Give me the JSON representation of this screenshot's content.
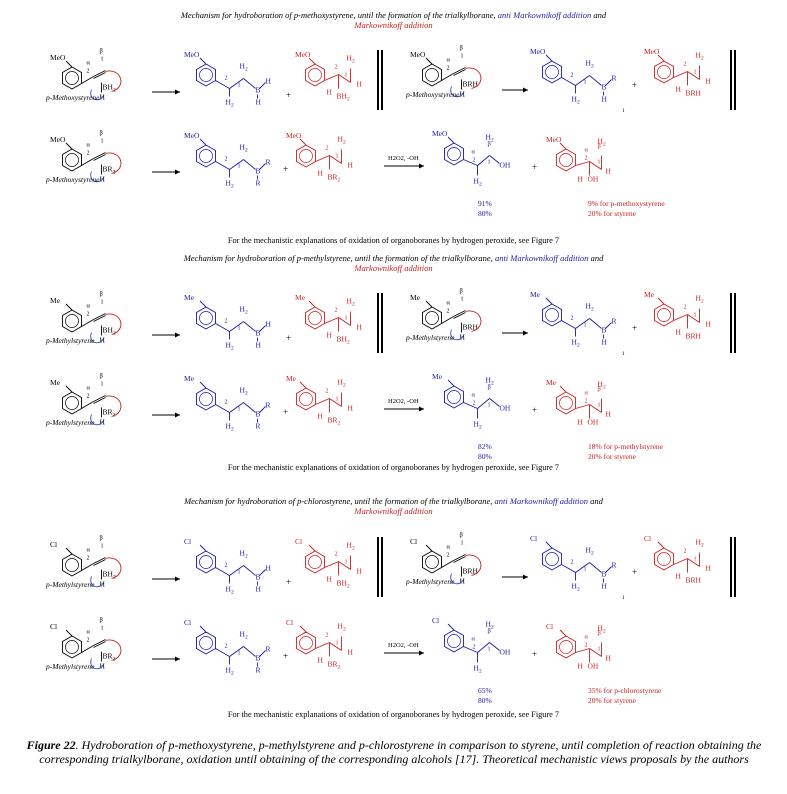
{
  "panels": [
    {
      "title_a": "Mechanism for hydroboration of ",
      "title_b": "p-methoxystyrene",
      "title_c": ", until the formation of the trialkylborane, ",
      "anti": "anti Markownikoff addition",
      "and": " and",
      "mark": "Markownikoff addition",
      "substituent": "MeO",
      "name": "p-Methoxystyrene",
      "yield_anti": "91%",
      "yield_anti_styrene": "80%",
      "yield_mark": "9% for p-methoxystyrene",
      "yield_mark_styrene": "20% for styrene",
      "ref": "For the mechanistic explanations of oxidation of organoboranes by hydrogen peroxide, see Figure 7"
    },
    {
      "title_a": "Mechanism for hydroboration of ",
      "title_b": "p-methylstyrene",
      "title_c": ", until the formation of the trialkylborane, ",
      "anti": "anti Markownikoff addition",
      "and": " and",
      "mark": "Markownikoff addition",
      "substituent": "Me",
      "name": "p-Methylstyrene",
      "yield_anti": "82%",
      "yield_anti_styrene": "80%",
      "yield_mark": "18% for p-methylstyrene",
      "yield_mark_styrene": "20% for styrene",
      "ref": "For the mechanistic explanations of oxidation of organoboranes by hydrogen peroxide, see Figure 7"
    },
    {
      "title_a": "Mechanism for hydroboration of ",
      "title_b": "p-chlorostyrene",
      "title_c": ", until the formation of the trialkylborane, ",
      "anti": "anti Markownikoff addition",
      "and": " and",
      "mark": "Markownikoff addition",
      "substituent": "Cl",
      "name": "p-Methylstyrene",
      "yield_anti": "65%",
      "yield_anti_styrene": "80%",
      "yield_mark": "35% for p-chlorostyrene",
      "yield_mark_styrene": "20% for styrene",
      "ref": "For the mechanistic explanations of oxidation of organoboranes by hydrogen peroxide, see Figure 7"
    }
  ],
  "labels": {
    "alpha": "α",
    "beta": "β",
    "two": "2",
    "one": "1",
    "BH2": "BH2",
    "BRH": "BRH",
    "BR2": "BR2",
    "H": "H",
    "H2": "H2",
    "B": "B",
    "R": "R",
    "OH": "OH",
    "plus": "+",
    "reagent": "H2O2, -OH",
    "sub1": "1"
  },
  "colors": {
    "blue": "#1a1aa6",
    "red": "#c81e1e",
    "black": "#000000"
  },
  "caption": {
    "figure": "Figure 22",
    "text": ". Hydroboration of p-methoxystyrene, p-methylstyrene and p-chlorostyrene in comparison to styrene, until completion of reaction obtaining the corresponding trialkylborane, oxidation until obtaining of the corresponding alcohols [17]. Theoretical mechanistic views proposals by the authors"
  }
}
